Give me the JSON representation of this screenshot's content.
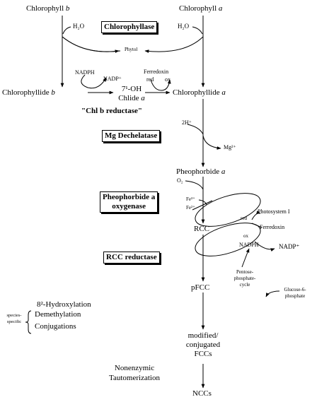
{
  "compounds": {
    "chl_b": "Chlorophyll",
    "chl_b_letter": "b",
    "chl_a": "Chlorophyll",
    "chl_a_letter": "a",
    "chlide_b": "Chlorophyllide",
    "chlide_b_letter": "b",
    "chlide_a": "Chlorophyllide",
    "chlide_a_letter": "a",
    "hydroxy_chlide_line1": "7¹-OH",
    "hydroxy_chlide_line2": "Chlide",
    "hydroxy_chlide_letter": "a",
    "pheophorbide": "Pheophorbide",
    "pheophorbide_letter": "a",
    "rcc": "RCC",
    "pfcc": "pFCC",
    "fcc_line1": "modified/",
    "fcc_line2": "conjugated",
    "fcc_line3": "FCCs",
    "nccs": "NCCs"
  },
  "enzymes": {
    "chlorophyllase": "Chlorophyllase",
    "chl_b_reductase": "\"Chl b reductase\"",
    "mg_dechelatase": "Mg Dechelatase",
    "pao_line1": "Pheophorbide a",
    "pao_line2": "oxygenase",
    "rcc_reductase": "RCC reductase"
  },
  "cofactors": {
    "h2o_left": "H₂O",
    "h2o_right": "H₂O",
    "phytol": "Phytol",
    "nadph_top": "NADPH",
    "nadp_top": "NADP⁺",
    "ferredoxin_top": "Ferredoxin",
    "red_top": "red",
    "ox_top": "ox",
    "two_h": "2H⁺",
    "mg": "Mg²⁺",
    "o2": "O₂",
    "fe3": "Fe³⁺",
    "fe2": "Fe²⁺",
    "red_right": "red",
    "ox_right": "ox",
    "photosystem": "Photosystem I",
    "ferredoxin_right": "Ferredoxin",
    "nadph_right": "NADPH",
    "nadp_right": "NADP⁺",
    "ppp_line1": "Pentose-",
    "ppp_line2": "phosphate-",
    "ppp_line3": "cycle",
    "g6p_line1": "Glucose-6-",
    "g6p_line2": "phosphate"
  },
  "modifications": {
    "hydroxylation": "8²-Hydroxylation",
    "demethylation": "Demethylation",
    "conjugations": "Conjugations",
    "species_line1": "species-",
    "species_line2": "specific",
    "nonenzymic_line1": "Nonenzymic",
    "nonenzymic_line2": "Tautomerization"
  }
}
